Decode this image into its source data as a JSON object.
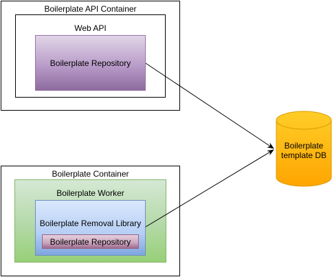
{
  "diagram": {
    "api_container": {
      "label": "Boilerplate API Container"
    },
    "web_api": {
      "label": "Web API"
    },
    "repo_api": {
      "label": "Boilerplate Repository"
    },
    "worker_container": {
      "label": "Boilerplate Container"
    },
    "worker": {
      "label": "Boilerplate Worker"
    },
    "removal_library": {
      "label": "Boilerplate Removal Library"
    },
    "repo_worker": {
      "label": "Boilerplate Repository"
    },
    "database": {
      "line1": "Boilerplate",
      "line2": "template DB"
    }
  },
  "colors": {
    "db_fill_top": "#ffcd28",
    "db_fill_bottom": "#ffa500",
    "db_stroke": "#d79b00",
    "connector": "#000000"
  }
}
